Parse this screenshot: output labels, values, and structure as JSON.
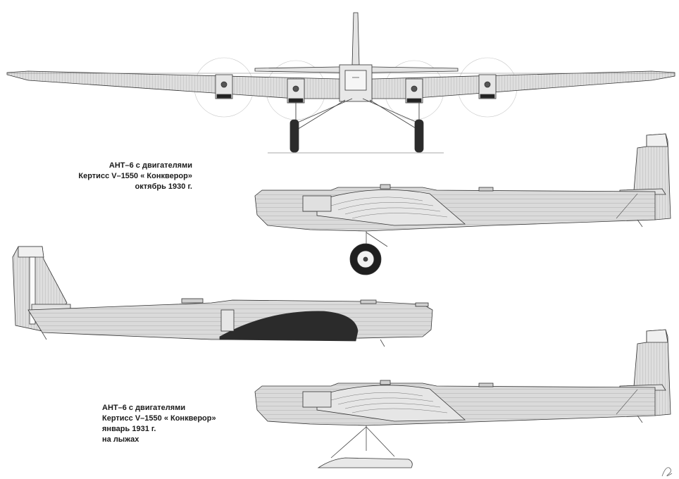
{
  "captions": {
    "variant_1": {
      "line1": "АНТ–6 с двигателями",
      "line2": "Кертисс V–1550 « Конкверор»",
      "line3": "октябрь 1930 г."
    },
    "variant_2": {
      "line1": "АНТ–6 с двигателями",
      "line2": "Кертисс V–1550 « Конкверор»",
      "line3": "январь 1931 г.",
      "line4": "на лыжах"
    }
  },
  "colors": {
    "fuselage": "#d9d9d9",
    "outline": "#333333",
    "panel_line": "#8a8a8a",
    "dark_fill": "#2b2b2b",
    "background": "#ffffff"
  },
  "views": [
    "front-view",
    "side-view-right-1930",
    "side-view-left",
    "side-view-right-1931-skis"
  ],
  "signature": "artist-signature-mark"
}
